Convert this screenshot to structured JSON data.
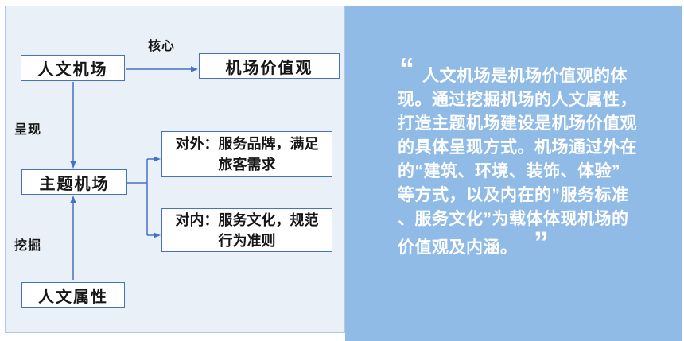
{
  "left_panel": {
    "nodes": {
      "humanistic_airport": "人文机场",
      "airport_values": "机场价值观",
      "theme_airport": "主题机场",
      "external": "对外：服务品牌，满足\n旅客需求",
      "internal": "对内：服务文化，规范\n行为准则",
      "humanistic_attributes": "人文属性"
    },
    "edge_labels": {
      "core": "核心",
      "present": "呈现",
      "excavate": "挖掘"
    }
  },
  "right_panel": {
    "open_quote": "“",
    "close_quote": "”",
    "lines": [
      "人文机场是机场价值观的体",
      "现。通过挖掘机场的人文属性，",
      "打造主题机场建设是机场价值观",
      "的具体呈现方式。机场通过外在",
      "的“建筑、环境、装饰、体验”",
      "等方式，以及内在的”服务标准",
      "、服务文化”为载体体现机场的",
      "价值观及内涵。"
    ]
  },
  "colors": {
    "panel_blue": "#90BBE6",
    "diagram_bg": "#EAF0F8",
    "diagram_border": "#B3C8E8",
    "box_border": "#4472C4",
    "arrow": "#4472C4",
    "text_dark": "#161616",
    "text_light": "#FFFFFF"
  }
}
